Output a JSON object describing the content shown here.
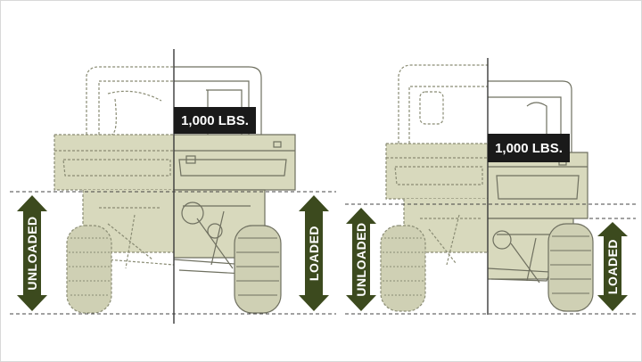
{
  "left_panel": {
    "weight_badge": "1,000 LBS.",
    "unloaded_label": "UNLOADED",
    "loaded_label": "LOADED"
  },
  "right_panel": {
    "weight_badge": "1,000 LBS.",
    "unloaded_label": "UNLOADED",
    "loaded_label": "LOADED"
  },
  "colors": {
    "arrow_green": "#3c4a1e",
    "vehicle_fill": "#d8d9bd",
    "badge_black": "#1a1a1a"
  }
}
